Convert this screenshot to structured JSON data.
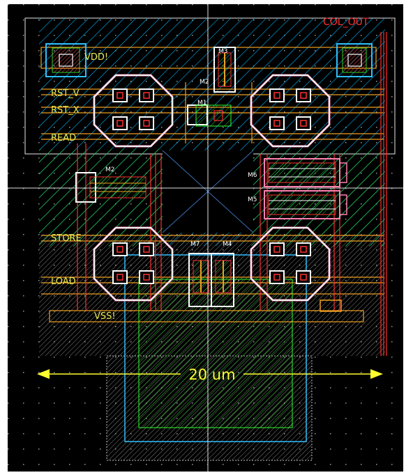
{
  "window": {
    "title": "Layout Editor"
  },
  "labels": {
    "col_out": "COL_OUT",
    "vdd": "VDD!",
    "rst_v": "RST_V",
    "rst_x": "RST_X",
    "read": "READ",
    "store": "STORE",
    "load": "LOAD",
    "vss": "VSS!"
  },
  "devices": {
    "m1": "M1",
    "m2": "M2",
    "m3": "M3",
    "m4": "M4",
    "m5": "M5",
    "m6": "M6",
    "m7": "M7"
  },
  "ruler": {
    "text": "20 um"
  },
  "colors": {
    "background": "#000000",
    "hatch": "#00b7ff",
    "metal1": "#ffffff",
    "orange_wire": "#f0a020",
    "red_wire": "#ff3030",
    "green_active": "#30ff30",
    "cyan_via": "#30c0ff",
    "label_yellow": "#ffff30",
    "label_red": "#ff3030"
  },
  "icons": {
    "ruler_arrow_left": "arrow-left-icon",
    "ruler_arrow_right": "arrow-right-icon"
  }
}
